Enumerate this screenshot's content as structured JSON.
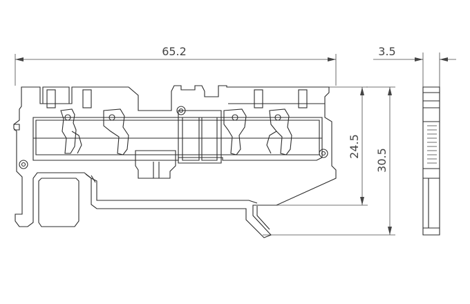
{
  "dimensions": {
    "overall_length": "65.2",
    "thickness": "3.5",
    "height_inner": "24.5",
    "height_total": "30.5"
  },
  "colors": {
    "line": "#2a2a2a",
    "text": "#444444",
    "background": "#ffffff"
  }
}
